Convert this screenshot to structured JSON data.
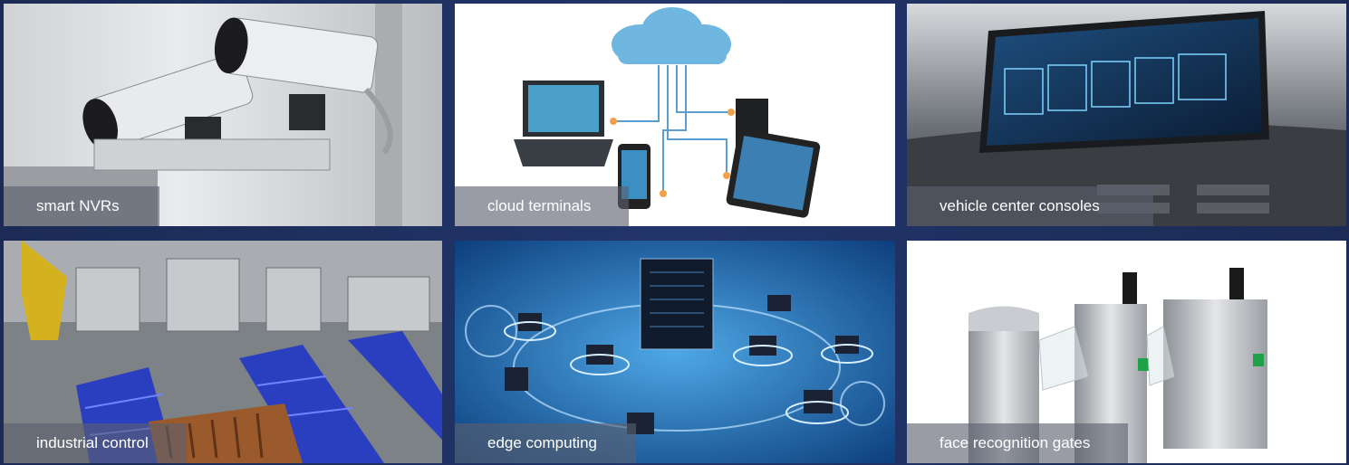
{
  "tiles": [
    {
      "caption": "smart NVRs",
      "image": "security-camera-image"
    },
    {
      "caption": "cloud terminals",
      "image": "cloud-devices-image"
    },
    {
      "caption": "vehicle center consoles",
      "image": "car-dashboard-screen-image"
    },
    {
      "caption": "industrial control",
      "image": "factory-assembly-line-image"
    },
    {
      "caption": "edge computing",
      "image": "network-servers-image"
    },
    {
      "caption": "face recognition gates",
      "image": "turnstile-gates-image"
    }
  ],
  "colors": {
    "background": "#1c2d57",
    "caption_overlay": "#5a606e",
    "caption_text": "#ffffff"
  }
}
